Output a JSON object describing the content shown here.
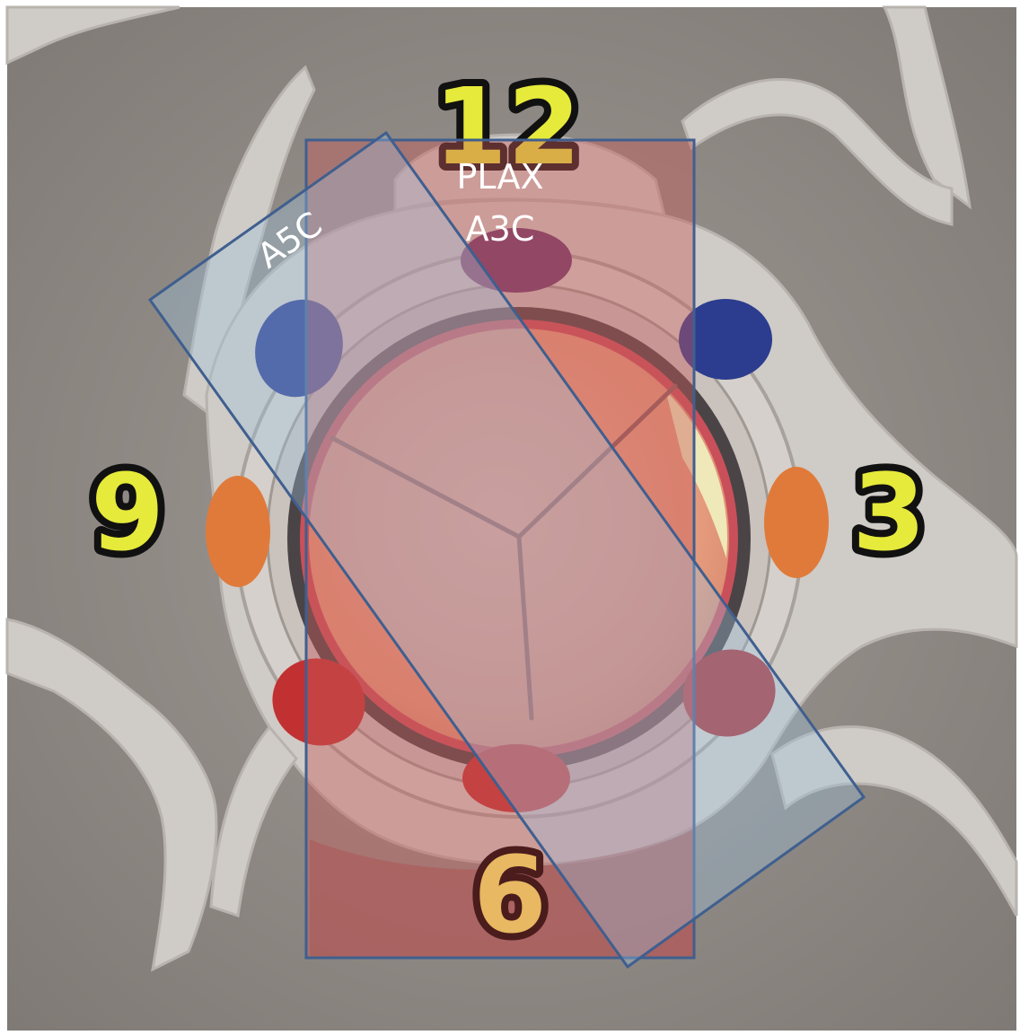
{
  "clock_labels": {
    "twelve": "12",
    "three": "3",
    "six": "6",
    "nine": "9"
  },
  "views": {
    "plax": "PLAX",
    "a3c": "A3C",
    "a5c": "A5C"
  },
  "colors": {
    "background": "#8a8580",
    "tissue": "#cfcbc7",
    "valve_ring": "#4a4446",
    "cusp": "#e8a487",
    "clock_fill_3_9_12": "#e6ea3a",
    "clock_fill_6": "#e8b862",
    "clock_outline": "#111111",
    "plax_box_fill": "#c75a5a",
    "a5c_box_fill": "#9fc2e0",
    "box_stroke": "#3f5f8f",
    "leak_blue": "#2c3d8f",
    "leak_orange": "#e07a3a",
    "leak_red": "#c23131",
    "leak_purple": "#6b3a6b"
  }
}
